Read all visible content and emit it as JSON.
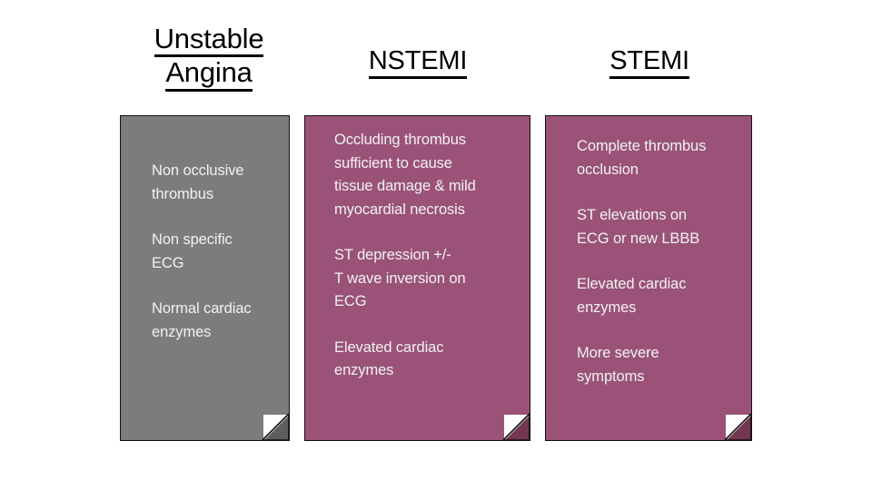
{
  "slide": {
    "background_color": "#ffffff",
    "columns": [
      {
        "id": "unstable-angina",
        "heading_lines": [
          "Unstable",
          "Angina"
        ],
        "heading_underlined": true,
        "panel_color": "#7c7c7c",
        "fold_color": "#5e5e5e",
        "text_color": "#f2f2f2",
        "blocks": [
          "Non occlusive\nthrombus",
          "Non specific\nECG",
          "Normal cardiac\nenzymes"
        ]
      },
      {
        "id": "nstemi",
        "heading_lines": [
          "NSTEMI"
        ],
        "heading_underlined": true,
        "panel_color": "#9a5278",
        "fold_color": "#74374f",
        "text_color": "#f2f2f2",
        "blocks": [
          "Occluding thrombus\nsufficient to cause\ntissue damage & mild\nmyocardial necrosis",
          "ST depression +/-\nT wave inversion on\nECG",
          "Elevated cardiac\nenzymes"
        ]
      },
      {
        "id": "stemi",
        "heading_lines": [
          "STEMI"
        ],
        "heading_underlined": true,
        "panel_color": "#9a5278",
        "fold_color": "#74374f",
        "text_color": "#f2f2f2",
        "blocks": [
          "Complete thrombus\nocclusion",
          "ST elevations on\nECG or new LBBB",
          "Elevated cardiac\nenzymes",
          "More severe\nsymptoms"
        ]
      }
    ]
  }
}
